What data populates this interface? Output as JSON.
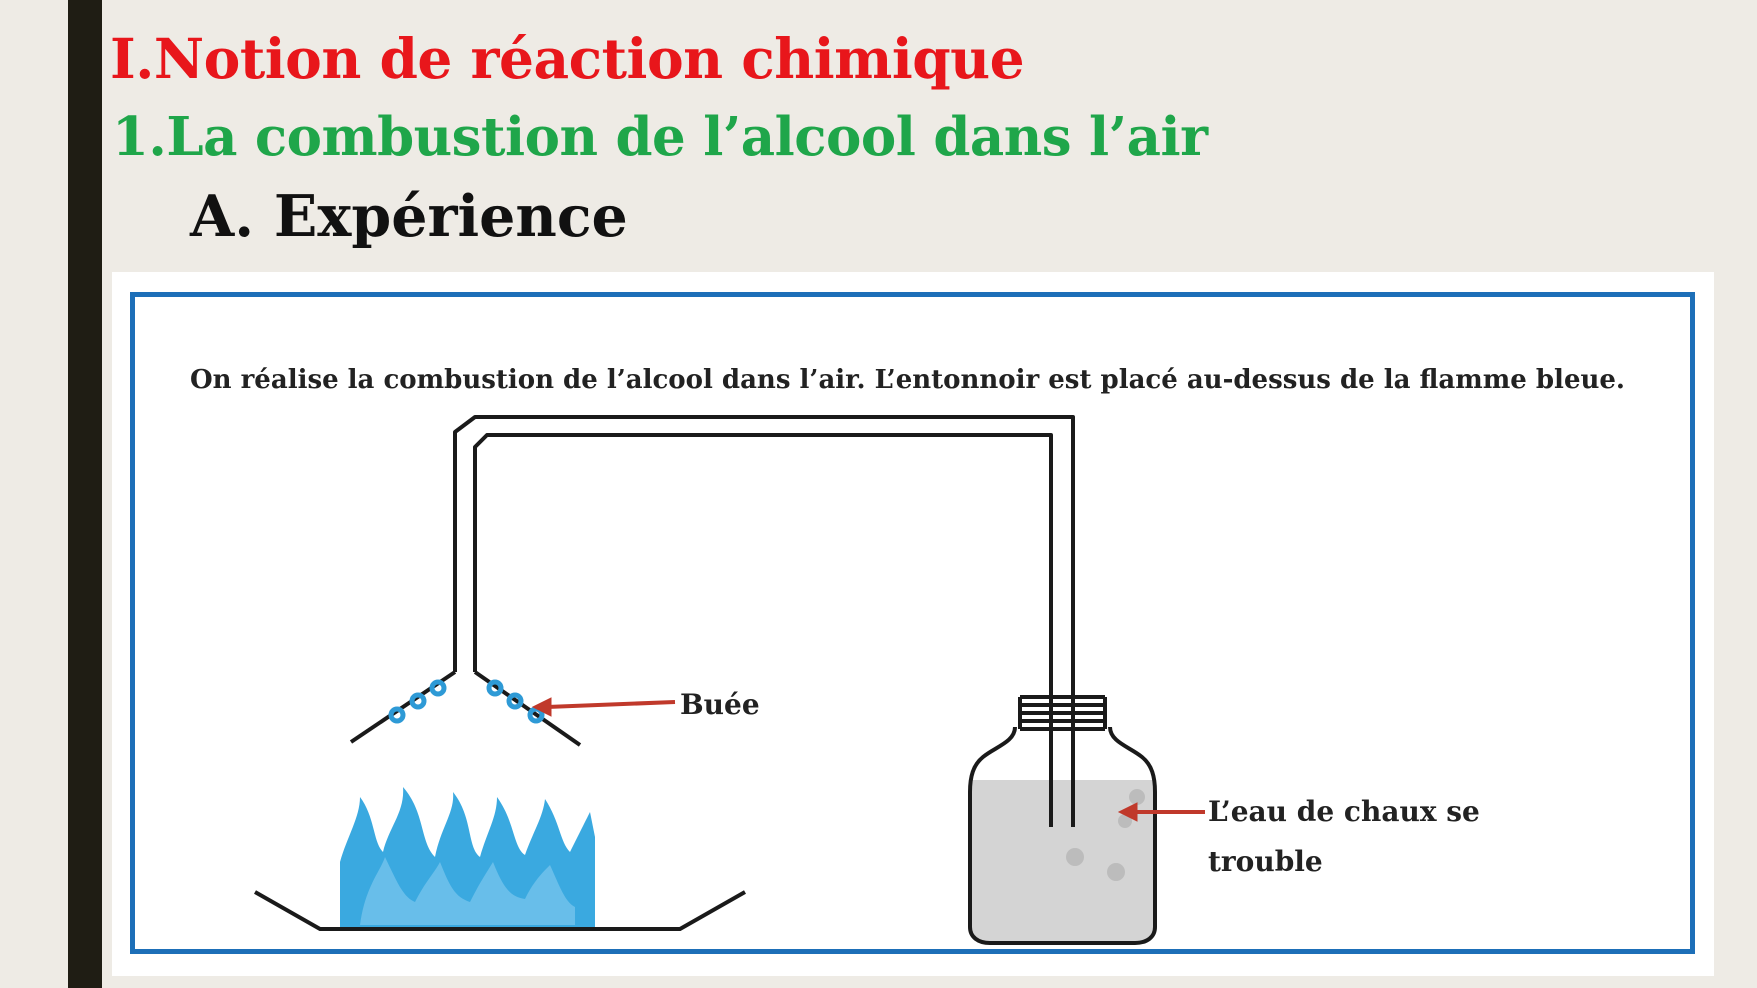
{
  "slide": {
    "title": "I.Notion de réaction chimique",
    "subtitle": "1.La combustion de l’alcool dans l’air",
    "section": "A. Expérience"
  },
  "figure": {
    "caption": "On réalise la combustion de l’alcool dans l’air. L’entonnoir est placé au-dessus de la flamme bleue.",
    "label_buee": "Buée",
    "label_eau_line1": "L’eau de chaux se",
    "label_eau_line2": "trouble"
  },
  "colors": {
    "title": "#e8161b",
    "subtitle": "#1fa64a",
    "frame": "#1d6fb8",
    "flame": "#3aa9e0",
    "arrow": "#c0392b",
    "droplets": "#2e9ad6"
  },
  "icons": [
    "flame-icon",
    "funnel-icon",
    "bottle-icon",
    "arrow-icon",
    "droplet-icon"
  ]
}
